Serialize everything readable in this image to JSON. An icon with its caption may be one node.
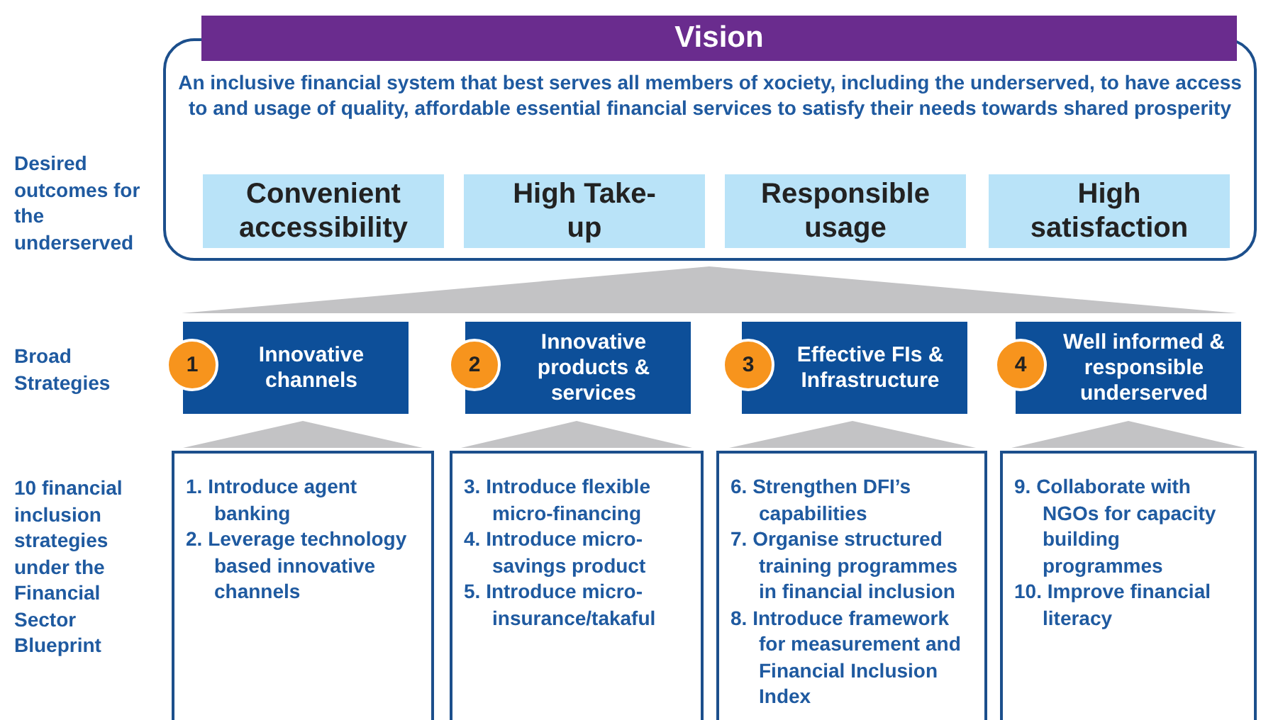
{
  "diagram": {
    "nodes": [
      {
        "text": [
          "Vision",
          "An inclusive financial system that best serves all members of xociety, including the underserved, to have access to and usage of quality, affordable essential financial services to satisfy their needs towards shared prosperity"
        ]
      },
      {
        "text": [
          "Convenient accessibility"
        ],
        "in": 0
      },
      {
        "text": [
          "High Take-up"
        ],
        "in": 0
      },
      {
        "text": [
          "Responsible usage"
        ],
        "in": 0
      },
      {
        "text": [
          "High satisfaction"
        ],
        "in": 0
      },
      {
        "text": [],
        "shape": "triangle"
      },
      {
        "text": [
          "1"
        ]
      },
      {
        "text": [
          "Innovative channels"
        ]
      },
      {
        "text": [
          "2"
        ]
      },
      {
        "text": [
          "Innovative products & services"
        ]
      },
      {
        "text": [
          "3"
        ]
      },
      {
        "text": [
          "Effective FIs & Infrastructure"
        ]
      },
      {
        "text": [
          "4"
        ]
      },
      {
        "text": [
          "Well informed & responsible underserved"
        ]
      },
      {
        "text": [],
        "shape": "triangle"
      },
      {
        "text": [],
        "shape": "triangle"
      },
      {
        "text": [],
        "shape": "triangle"
      },
      {
        "text": [],
        "shape": "triangle"
      },
      {
        "text": [
          "1. Introduce agent banking",
          "2. Leverage technology based innovative channels"
        ]
      },
      {
        "text": [
          "3. Introduce flexible micro-financing",
          "4. Introduce micro-savings product",
          "5. Introduce micro-insurance/takaful"
        ]
      },
      {
        "text": [
          "6. Strengthen DFI’s capabilities",
          "7. Organise structured training programmes in financial inclusion",
          "8. Introduce framework for measurement and Financial Inclusion Index"
        ]
      },
      {
        "text": [
          "9. Collaborate with NGOs for capacity building programmes",
          "10. Improve financial literacy"
        ]
      }
    ],
    "edges": [],
    "labels": [
      "Desired outcomes for the underserved",
      "Broad Strategies",
      "10 financial inclusion strategies under the Financial Sector Blueprint"
    ]
  }
}
